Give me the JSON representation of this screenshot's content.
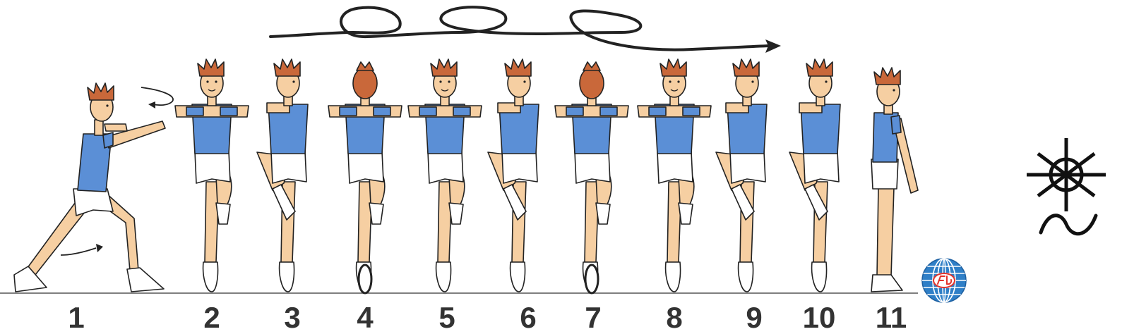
{
  "steps": [
    {
      "label": "1",
      "view": "lunge"
    },
    {
      "label": "2",
      "view": "front"
    },
    {
      "label": "3",
      "view": "side"
    },
    {
      "label": "4",
      "view": "back"
    },
    {
      "label": "5",
      "view": "front"
    },
    {
      "label": "6",
      "view": "side"
    },
    {
      "label": "7",
      "view": "back"
    },
    {
      "label": "8",
      "view": "front"
    },
    {
      "label": "9",
      "view": "side"
    },
    {
      "label": "10",
      "view": "side"
    },
    {
      "label": "11",
      "view": "stand"
    }
  ],
  "colors": {
    "shirt": "#5b8fd6",
    "skin": "#f6cfa2",
    "hair": "#c9683a",
    "shorts": "#ffffff",
    "outline": "#222222",
    "label": "#333333",
    "logo_blue": "#2f7fc7",
    "logo_red": "#e3322b"
  },
  "symbols": {
    "travel_path": "path-arrow",
    "turn_arrow_upper": "curved-arrow-icon",
    "turn_arrow_lower": "curved-arrow-icon",
    "rotation_symbol": "asterisk-wheel-icon",
    "wave_symbol": "wave-icon",
    "logo": "globe-logo"
  }
}
